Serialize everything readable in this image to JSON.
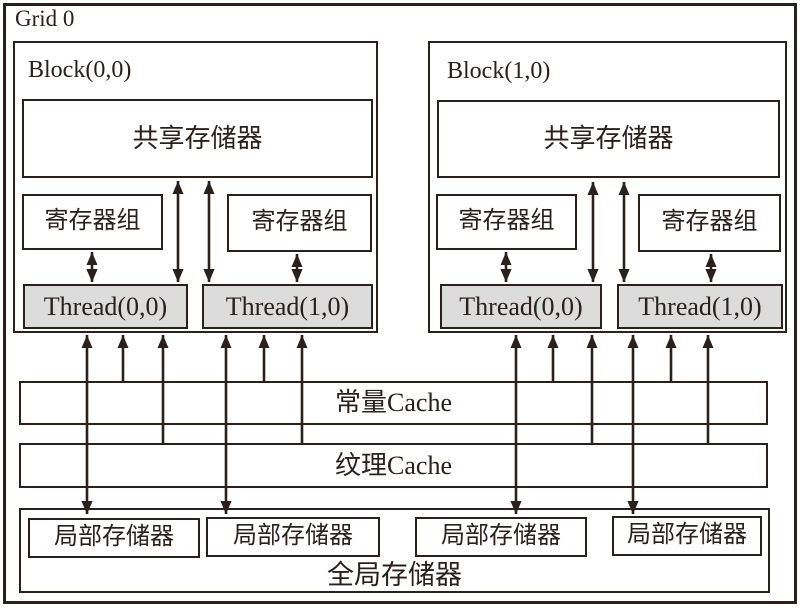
{
  "diagram": {
    "grid_label": "Grid 0",
    "blocks": [
      {
        "label": "Block(0,0)",
        "shared_memory": "共享存储器",
        "registers": [
          "寄存器组",
          "寄存器组"
        ],
        "threads": [
          "Thread(0,0)",
          "Thread(1,0)"
        ]
      },
      {
        "label": "Block(1,0)",
        "shared_memory": "共享存储器",
        "registers": [
          "寄存器组",
          "寄存器组"
        ],
        "threads": [
          "Thread(0,0)",
          "Thread(1,0)"
        ]
      }
    ],
    "constant_cache": "常量Cache",
    "texture_cache": "纹理Cache",
    "local_memory": [
      "局部存储器",
      "局部存储器",
      "局部存储器",
      "局部存储器"
    ],
    "global_memory": "全局存储器",
    "colors": {
      "ink": "#2a211e",
      "thread_fill": "#dcdcdc",
      "background": "#ffffff"
    },
    "connections": [
      "shared-memory <-> thread (bidirectional)",
      "register-group <-> thread (bidirectional)",
      "constant-cache -> thread",
      "texture-cache -> thread",
      "thread <-> global/local memory (bidirectional)"
    ]
  }
}
